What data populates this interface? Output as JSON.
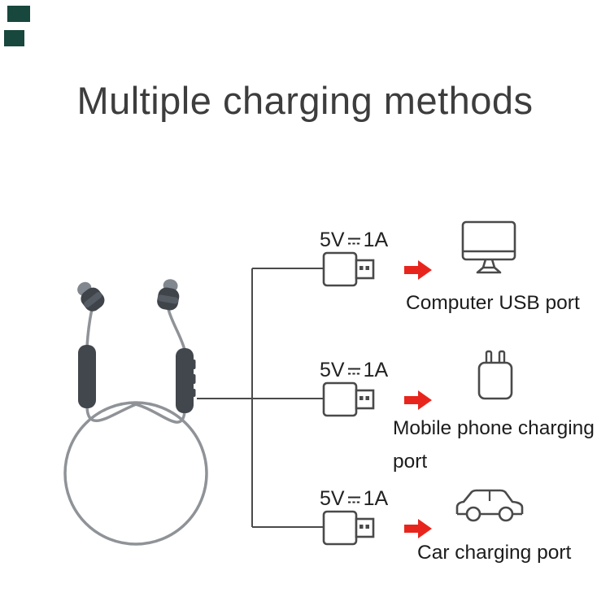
{
  "title": "Multiple charging methods",
  "colors": {
    "title_text": "#3d3d3d",
    "label_text": "#1c1c1c",
    "line_art": "#4a4a4a",
    "cable_gray": "#8f9398",
    "earphone_body": "#42474d",
    "arrow_red": "#e8251d",
    "watermark_block": "#17473d"
  },
  "rows": [
    {
      "spec_volt": "5V",
      "spec_amp": "1A",
      "dc_icon": "dc-symbol",
      "usb_icon": "usb-plug",
      "arrow_icon": "red-arrow-right",
      "device_icon": "computer-monitor",
      "label": "Computer USB port"
    },
    {
      "spec_volt": "5V",
      "spec_amp": "1A",
      "dc_icon": "dc-symbol",
      "usb_icon": "usb-plug",
      "arrow_icon": "red-arrow-right",
      "device_icon": "wall-charger",
      "label": "Mobile phone charging port"
    },
    {
      "spec_volt": "5V",
      "spec_amp": "1A",
      "dc_icon": "dc-symbol",
      "usb_icon": "usb-plug",
      "arrow_icon": "red-arrow-right",
      "device_icon": "car",
      "label": "Car charging port"
    }
  ]
}
